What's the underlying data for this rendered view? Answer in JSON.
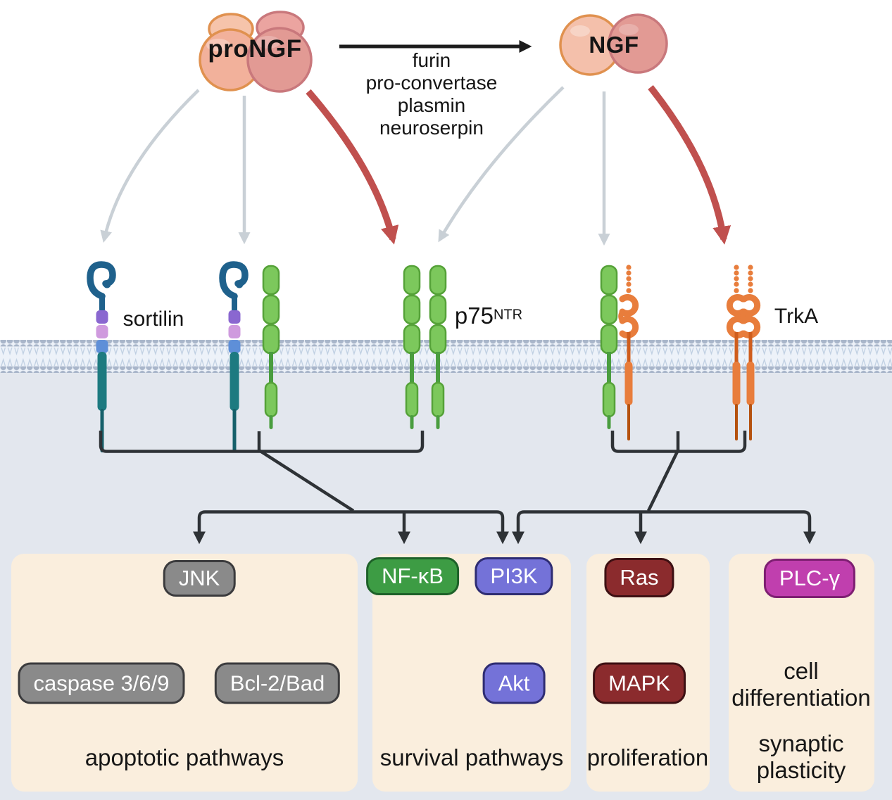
{
  "ligands": {
    "prongf_label": "proNGF",
    "ngf_label": "NGF"
  },
  "conversion": {
    "enzymes": [
      "furin",
      "pro-convertase",
      "plasmin",
      "neuroserpin"
    ]
  },
  "receptors": {
    "sortilin_label": "sortilin",
    "p75_label_base": "p75",
    "p75_label_sup": "NTR",
    "trka_label": "TrkA"
  },
  "pathway_boxes": {
    "apoptotic": {
      "caption": "apoptotic pathways",
      "jnk": "JNK",
      "caspase": "caspase 3/6/9",
      "bcl": "Bcl-2/Bad"
    },
    "survival": {
      "caption": "survival pathways",
      "nfkb": "NF-κB",
      "pi3k": "PI3K",
      "akt": "Akt"
    },
    "proliferation": {
      "caption": "proliferation",
      "ras": "Ras",
      "mapk": "MAPK"
    },
    "differentiation": {
      "plcg": "PLC-γ",
      "caption_top": "cell\ndifferentiation",
      "caption_bottom": "synaptic\nplasticity"
    }
  },
  "colors": {
    "box_bg": "#faeedd",
    "gray_pill": "#8a8a8a",
    "green_pill": "#3d9c44",
    "indigo_pill": "#7472d8",
    "maroon_pill": "#8b2b2d",
    "magenta_pill": "#c03fae",
    "red_arrow": "#c0504e",
    "gray_arrow": "#c9d0d6",
    "black_line": "#2e3236",
    "membrane_heads": "#a9b6ca",
    "sortilin_teal": "#1d7a80",
    "sortilin_hook_blue": "#1f618c",
    "p75_green": "#7cc85c",
    "trka_orange": "#e87d3c",
    "prongf_peach": "#f2b19b",
    "prongf_rose": "#e29a94",
    "cytosol_bg": "#e3e7ee"
  }
}
